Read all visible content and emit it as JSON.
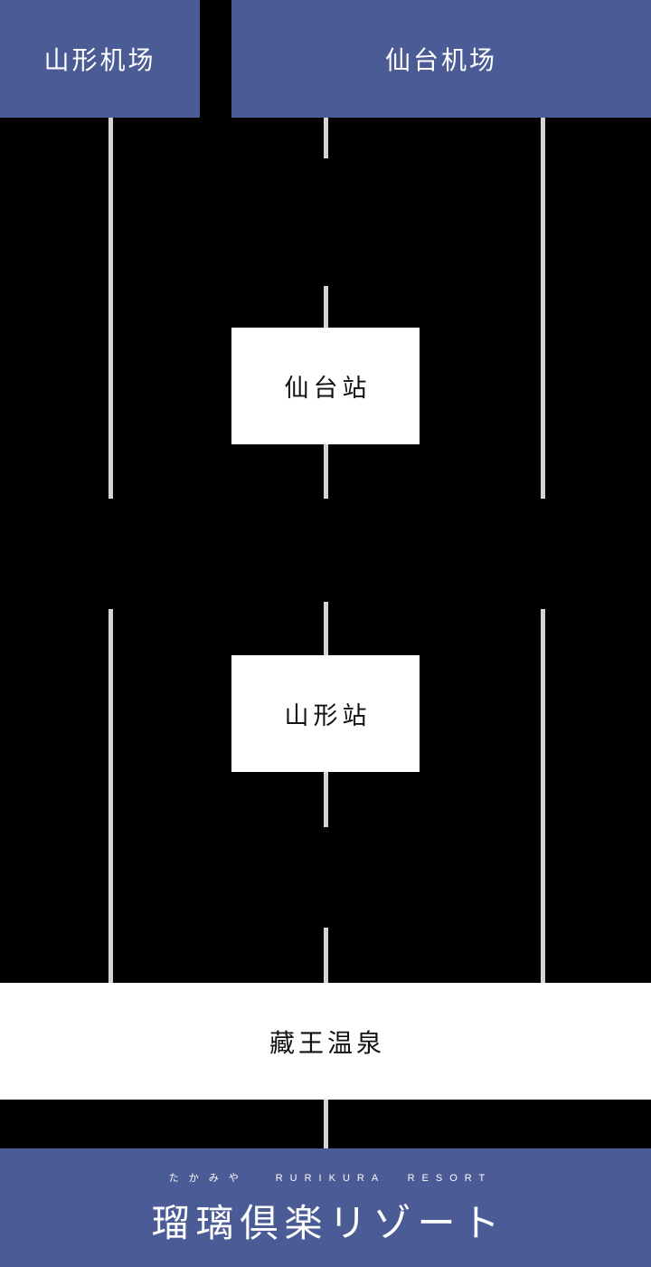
{
  "header": {
    "yamagata_airport_label": "山形机场",
    "sendai_airport_label": "仙台机场"
  },
  "stations": {
    "sendai_station_label": "仙台站",
    "yamagata_station_label": "山形站",
    "zao_onsen_label": "藏王温泉"
  },
  "footer": {
    "furigana": "たかみや",
    "roman": "RURIKURA RESORT",
    "logo": "瑠璃倶楽リゾート"
  },
  "colors": {
    "brand_blue": "#4b5b95",
    "route_line_gray": "#d5d5d5",
    "background_black": "#000000",
    "box_white": "#ffffff",
    "text_dark": "#111111",
    "text_white": "#ffffff"
  }
}
